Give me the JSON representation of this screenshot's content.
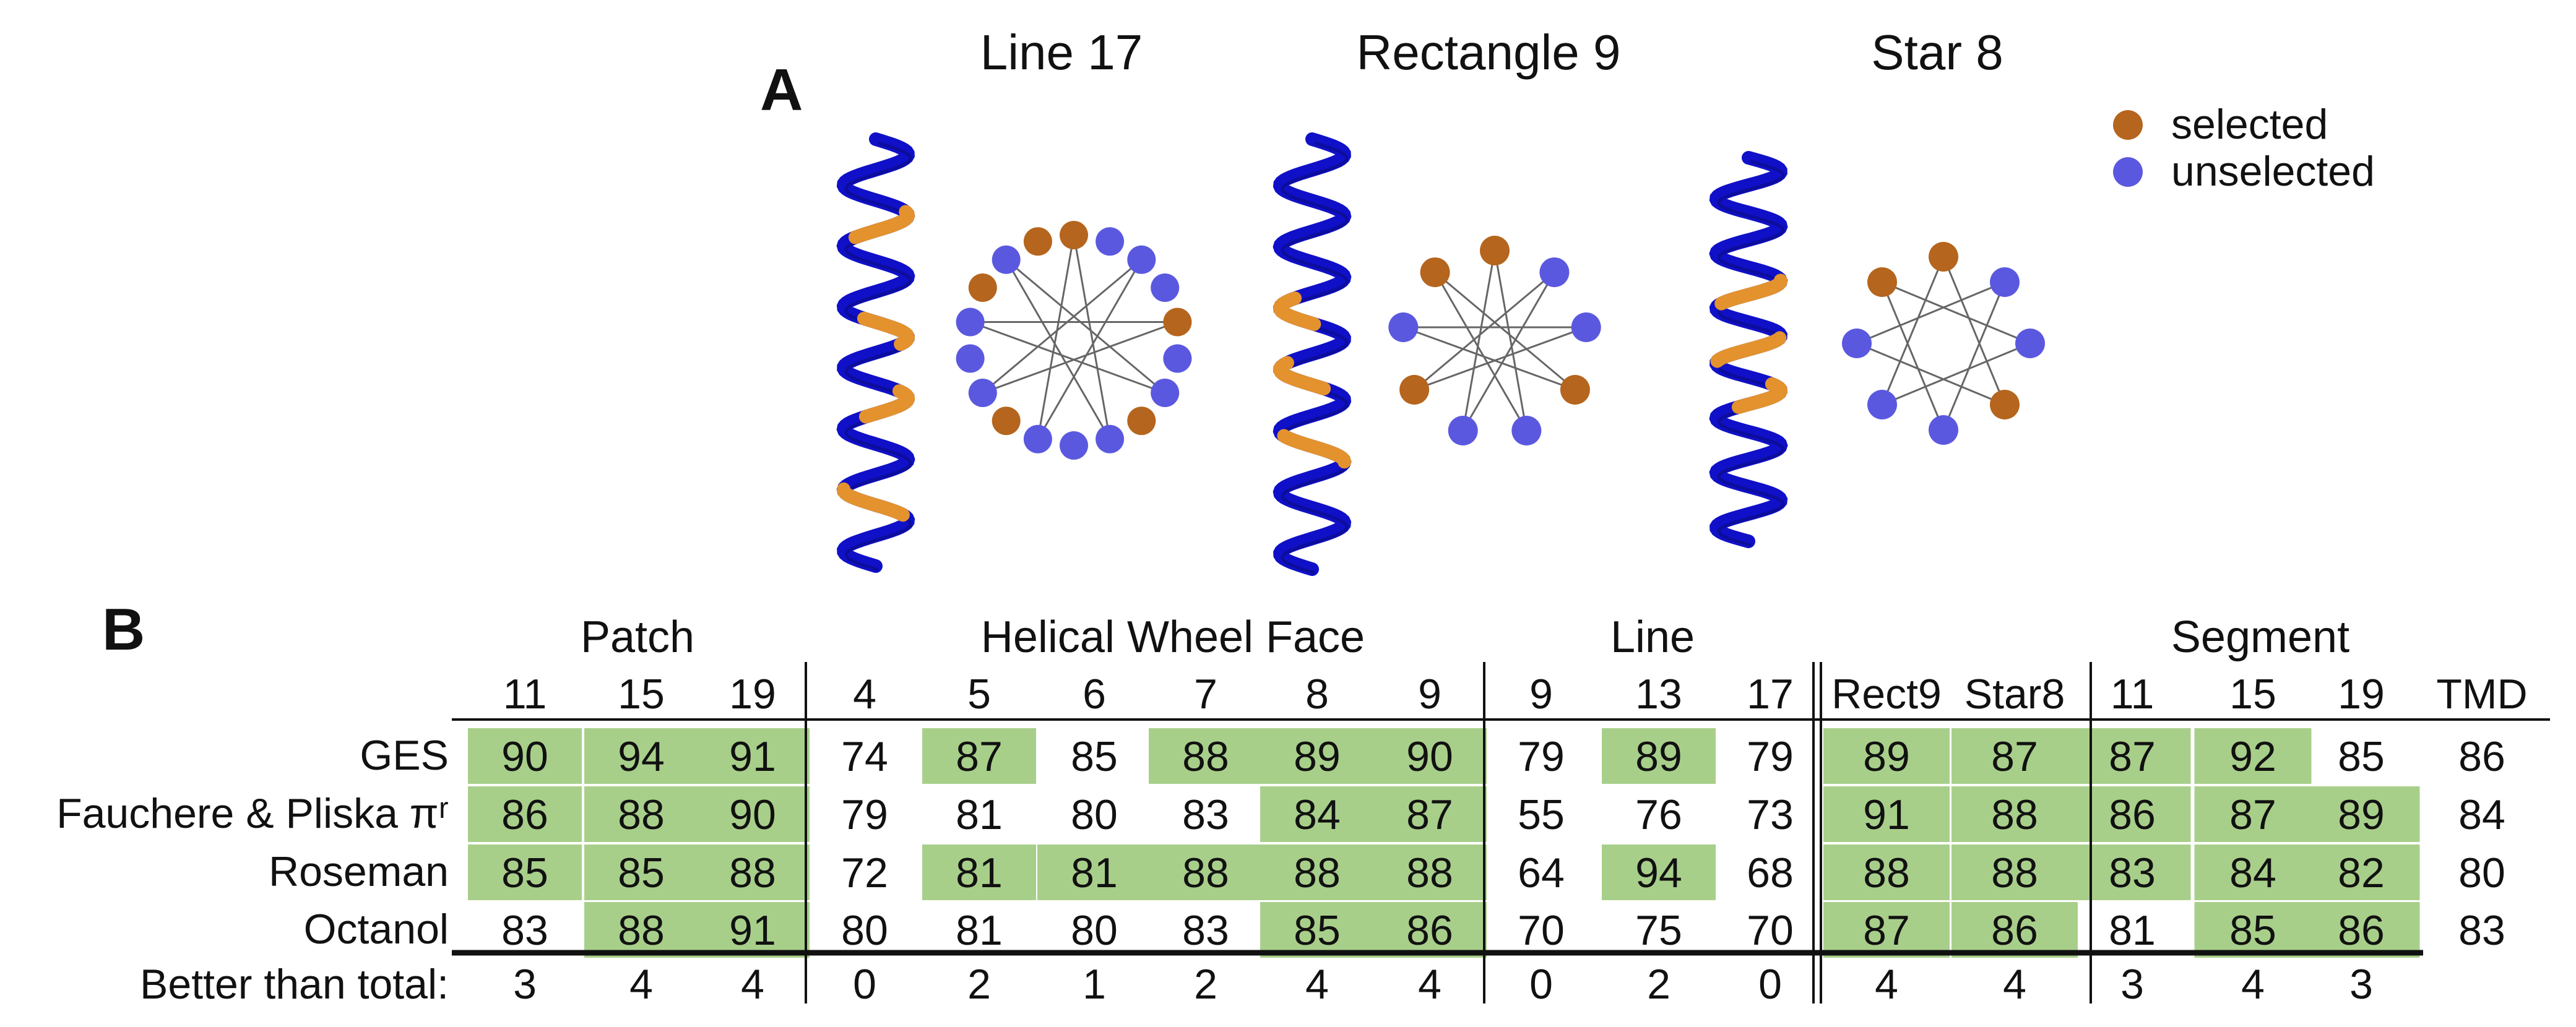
{
  "panel_a": {
    "letter": "A",
    "titles": [
      "Line 17",
      "Rectangle 9",
      "Star 8"
    ],
    "legend": [
      {
        "label": "selected",
        "color": "#b5651d"
      },
      {
        "label": "unselected",
        "color": "#5b58e0"
      }
    ],
    "colors": {
      "selected": "#b5651d",
      "unselected": "#5b58e0",
      "helix": "#1010c8",
      "helix_selected": "#e3922e"
    },
    "wheels": [
      {
        "name": "Line 17",
        "selected": [
          true,
          false,
          false,
          false,
          true,
          false,
          false,
          true,
          false,
          false,
          false,
          true,
          false,
          false,
          false,
          true,
          false,
          true
        ]
      },
      {
        "name": "Rectangle 9",
        "selected": [
          true,
          false,
          false,
          true,
          false,
          false,
          true,
          false,
          true
        ]
      },
      {
        "name": "Star 8",
        "selected": [
          true,
          false,
          false,
          true,
          false,
          false,
          false,
          true
        ]
      }
    ]
  },
  "panel_b": {
    "letter": "B",
    "groups": [
      "Patch",
      "Helical Wheel Face",
      "Line",
      "Segment"
    ],
    "columns": [
      "11",
      "15",
      "19",
      "4",
      "5",
      "6",
      "7",
      "8",
      "9",
      "9",
      "13",
      "17",
      "Rect9",
      "Star8",
      "11",
      "15",
      "19",
      "TMD"
    ],
    "rows": [
      {
        "label": "GES",
        "values": [
          "90",
          "94",
          "91",
          "74",
          "87",
          "85",
          "88",
          "89",
          "90",
          "79",
          "89",
          "79",
          "89",
          "87",
          "87",
          "92",
          "85",
          "86"
        ],
        "highlight": [
          true,
          true,
          true,
          false,
          true,
          false,
          true,
          true,
          true,
          false,
          true,
          false,
          true,
          true,
          true,
          true,
          false,
          false
        ]
      },
      {
        "label": "Fauchere & Pliska πʳ",
        "values": [
          "86",
          "88",
          "90",
          "79",
          "81",
          "80",
          "83",
          "84",
          "87",
          "55",
          "76",
          "73",
          "91",
          "88",
          "86",
          "87",
          "89",
          "84"
        ],
        "highlight": [
          true,
          true,
          true,
          false,
          false,
          false,
          false,
          true,
          true,
          false,
          false,
          false,
          true,
          true,
          true,
          true,
          true,
          false
        ]
      },
      {
        "label": "Roseman",
        "values": [
          "85",
          "85",
          "88",
          "72",
          "81",
          "81",
          "88",
          "88",
          "88",
          "64",
          "94",
          "68",
          "88",
          "88",
          "83",
          "84",
          "82",
          "80"
        ],
        "highlight": [
          true,
          true,
          true,
          false,
          true,
          true,
          true,
          true,
          true,
          false,
          true,
          false,
          true,
          true,
          true,
          true,
          true,
          false
        ]
      },
      {
        "label": "Octanol",
        "values": [
          "83",
          "88",
          "91",
          "80",
          "81",
          "80",
          "83",
          "85",
          "86",
          "70",
          "75",
          "70",
          "87",
          "86",
          "81",
          "85",
          "86",
          "83"
        ],
        "highlight": [
          false,
          true,
          true,
          false,
          false,
          false,
          false,
          true,
          true,
          false,
          false,
          false,
          true,
          true,
          false,
          true,
          true,
          false
        ]
      }
    ],
    "footer": {
      "label": "Better than total:",
      "values": [
        "3",
        "4",
        "4",
        "0",
        "2",
        "1",
        "2",
        "4",
        "4",
        "0",
        "2",
        "0",
        "4",
        "4",
        "3",
        "4",
        "3",
        ""
      ]
    },
    "highlight_color": "#a8cf8a"
  }
}
